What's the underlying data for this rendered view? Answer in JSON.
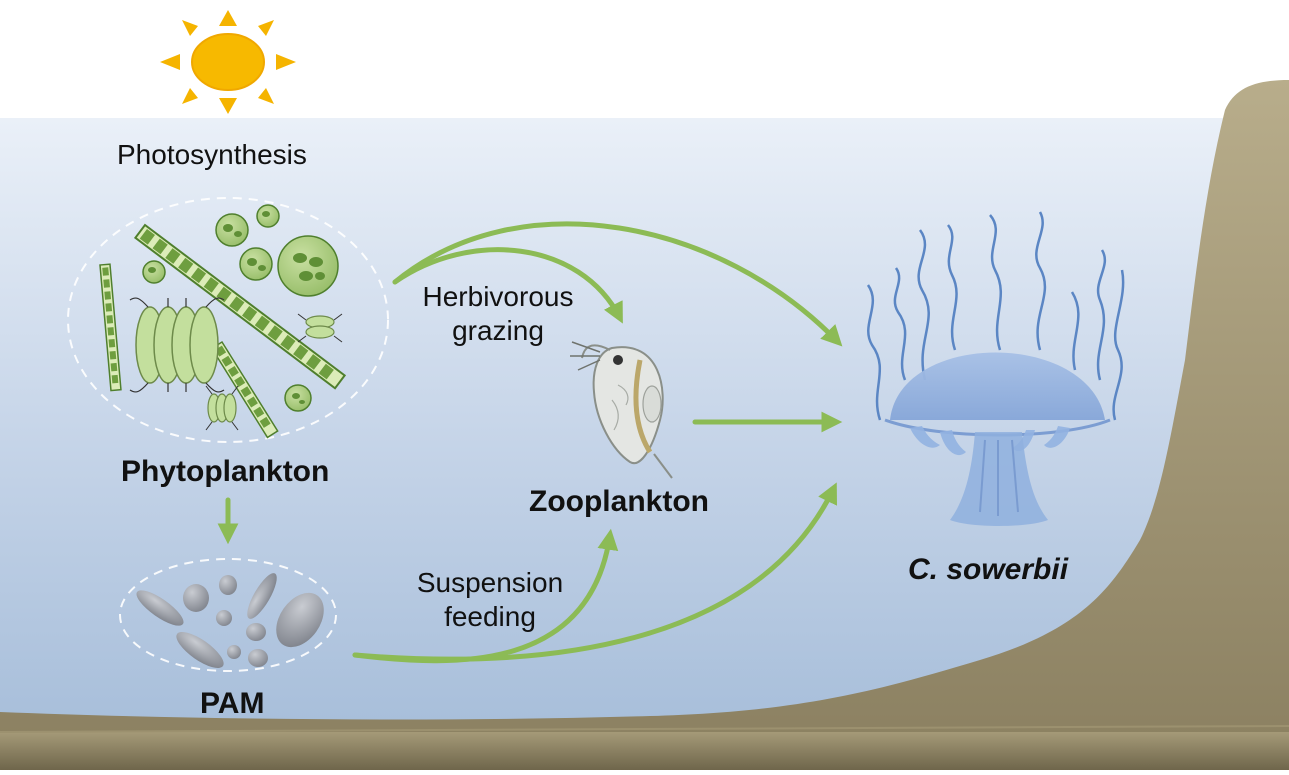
{
  "labels": {
    "photosynthesis": "Photosynthesis",
    "phytoplankton": "Phytoplankton",
    "pam": "PAM",
    "herbivorous_grazing_line1": "Herbivorous",
    "herbivorous_grazing_line2": "grazing",
    "suspension_feeding_line1": "Suspension",
    "suspension_feeding_line2": "feeding",
    "zooplankton": "Zooplankton",
    "c_sowerbii": "C. sowerbii"
  },
  "colors": {
    "water_top": "#e8eef6",
    "water_bottom": "#9fb7d6",
    "sediment": "#b3a886",
    "sediment_dark": "#7f7559",
    "arrow": "#8cbb55",
    "sun": "#f5b400",
    "jellyfish": "#8fb0de",
    "tentacle": "#5b86c4"
  },
  "icons": [
    "sun-icon",
    "phytoplankton-icon",
    "pam-particles-icon",
    "zooplankton-icon",
    "jellyfish-icon"
  ]
}
